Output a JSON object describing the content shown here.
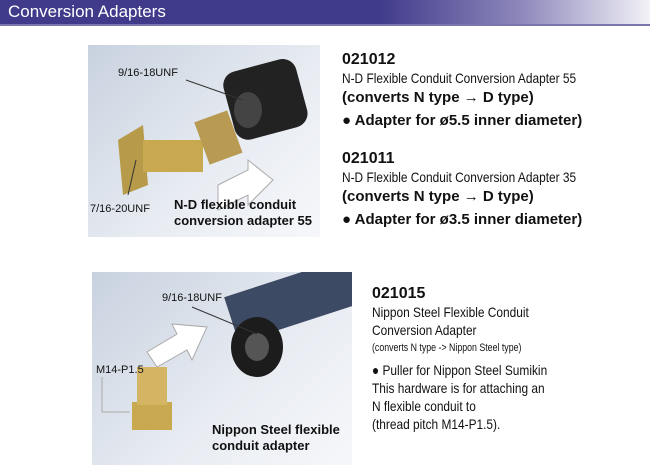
{
  "header": {
    "title": "Conversion Adapters"
  },
  "product1": {
    "photo_labels": [
      "9/16-18UNF",
      "7/16-20UNF"
    ],
    "caption": [
      "N-D flexible conduit",
      "conversion adapter 55"
    ]
  },
  "items": [
    {
      "code": "021012",
      "name": "N-D Flexible Conduit Conversion Adapter 55",
      "converts": "(converts N type → D type)",
      "bullet": "● Adapter for ø5.5 inner diameter)"
    },
    {
      "code": "021011",
      "name": "N-D Flexible Conduit Conversion Adapter 35",
      "converts": "(converts N type → D type)",
      "bullet": "● Adapter for ø3.5 inner diameter)"
    }
  ],
  "product2": {
    "photo_labels": [
      "9/16-18UNF",
      "M14-P1.5"
    ],
    "caption": [
      "Nippon Steel flexible",
      "conduit adapter"
    ],
    "code": "021015",
    "name": [
      "Nippon Steel Flexible Conduit",
      "Conversion Adapter"
    ],
    "converts": "(converts N type -> Nippon Steel type)",
    "bullet": "● Puller for Nippon Steel Sumikin",
    "desc": [
      "This hardware is for attaching an",
      "N flexible conduit to",
      "(thread pitch M14-P1.5)."
    ]
  }
}
